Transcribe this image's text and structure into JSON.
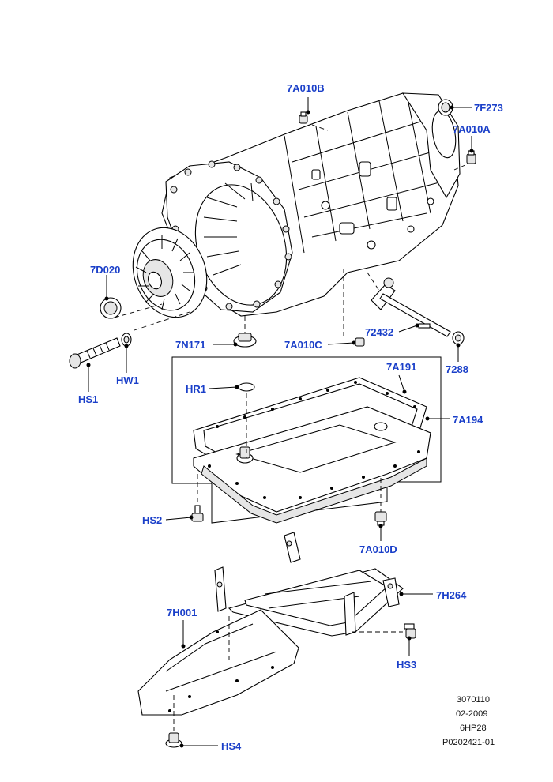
{
  "callouts": {
    "c_7A010B": "7A010B",
    "c_7F273": "7F273",
    "c_7A010A": "7A010A",
    "c_7D020": "7D020",
    "c_7N171": "7N171",
    "c_7A010C": "7A010C",
    "c_72432": "72432",
    "c_7288": "7288",
    "c_HW1": "HW1",
    "c_HS1": "HS1",
    "c_HR1": "HR1",
    "c_7A191": "7A191",
    "c_7A194": "7A194",
    "c_HS2": "HS2",
    "c_7A010D": "7A010D",
    "c_7H264": "7H264",
    "c_7H001": "7H001",
    "c_HS3": "HS3",
    "c_HS4": "HS4"
  },
  "reference": {
    "line1": "3070110",
    "line2": "02-2009",
    "line3": "6HP28",
    "line4": "P0202421-01"
  },
  "colors": {
    "callout": "#1a3fc9",
    "linework": "#000000"
  }
}
